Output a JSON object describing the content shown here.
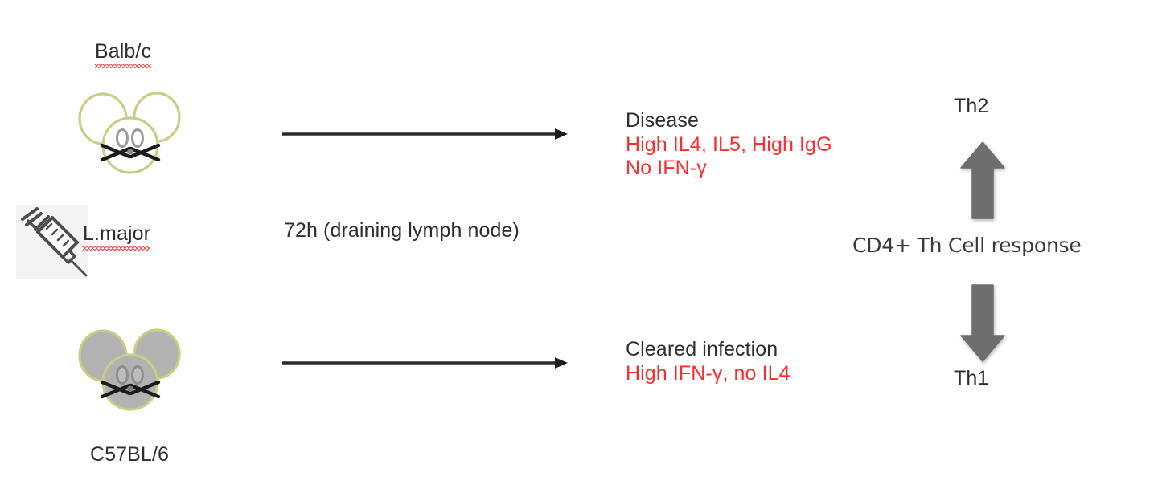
{
  "figure": {
    "background_color": "#ffffff",
    "text_color": "#333333",
    "highlight_color": "#fa2e2e",
    "arrow_gray": "#6e6e6e",
    "mouse_outline": "#c9cd86",
    "mouse_fill_white": "#ffffff",
    "mouse_fill_gray": "#b2b2b2"
  },
  "strains": {
    "top": {
      "name": "Balb/c",
      "icon": "mouse-white-icon"
    },
    "bottom": {
      "name": "C57BL/6",
      "icon": "mouse-gray-icon"
    }
  },
  "infection": {
    "agent": "L.major",
    "icon": "syringe-icon"
  },
  "timepoint": {
    "text": "72h (draining lymph node)"
  },
  "arrows": {
    "top_flow": "arrow-right-icon",
    "bottom_flow": "arrow-right-icon",
    "up_block": "block-arrow-up-icon",
    "down_block": "block-arrow-down-icon"
  },
  "outcomes": {
    "top": {
      "headline": "Disease",
      "markers": [
        "High IL4, IL5, High IgG",
        "No IFN-γ"
      ]
    },
    "bottom": {
      "headline": "Cleared infection",
      "markers": [
        "High IFN-γ, no IL4"
      ]
    }
  },
  "response": {
    "top_subset": "Th2",
    "center_label": "CD4+ Th Cell response",
    "bottom_subset": "Th1"
  }
}
